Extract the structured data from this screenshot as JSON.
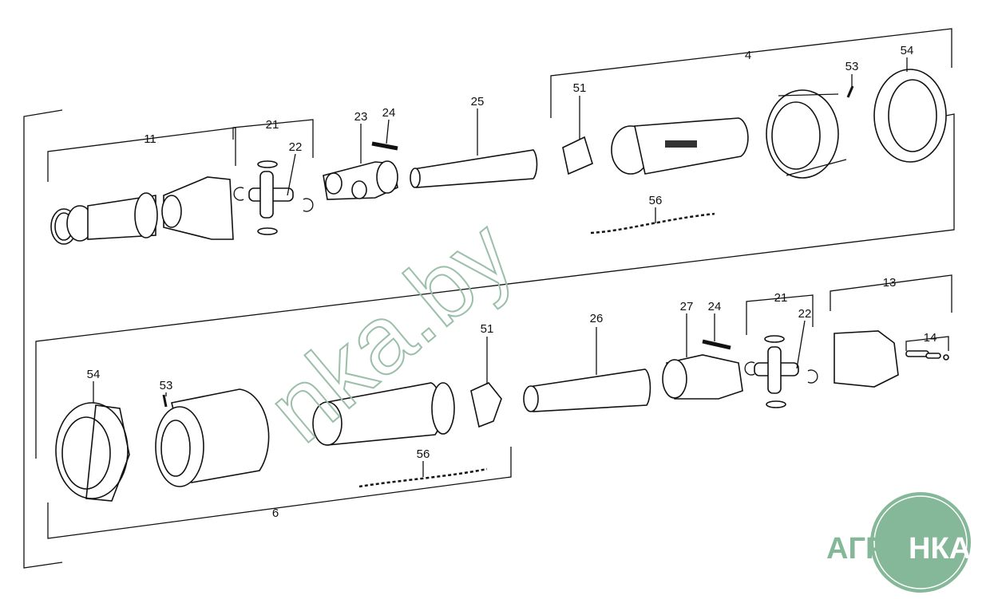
{
  "diagram": {
    "upper_assembly": {
      "group_label": "4",
      "callouts": [
        "11",
        "21",
        "22",
        "23",
        "24",
        "25",
        "51",
        "53",
        "54",
        "56"
      ]
    },
    "lower_assembly": {
      "group_label": "6",
      "callouts": [
        "54",
        "53",
        "51",
        "56",
        "26",
        "27",
        "24",
        "21",
        "22",
        "13",
        "14"
      ]
    }
  },
  "watermark": "nka.by",
  "logo": {
    "left": "АГРО",
    "right": "НКА",
    "color": "#85b898"
  }
}
